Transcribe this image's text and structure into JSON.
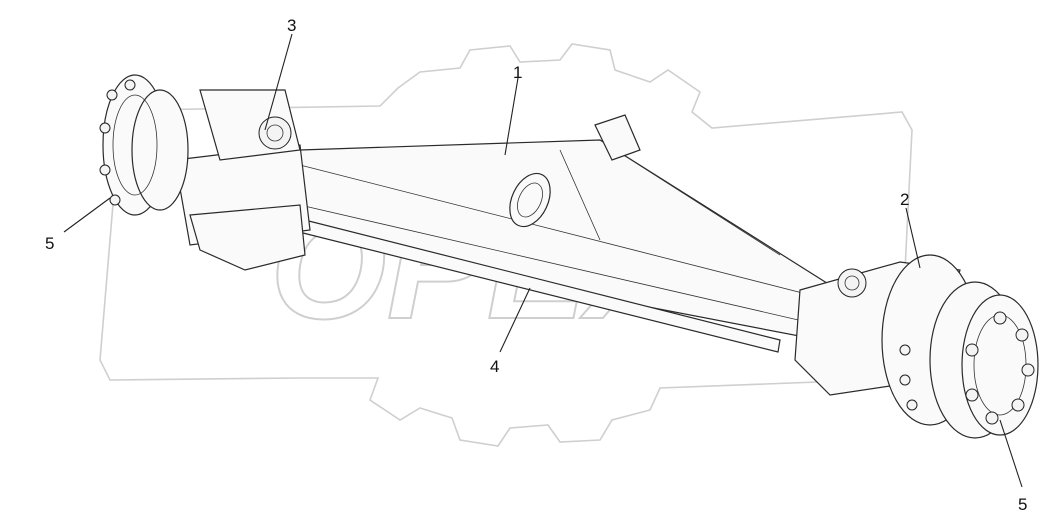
{
  "watermark": {
    "text": "OPEX"
  },
  "callouts": [
    {
      "id": "c1",
      "label": "1"
    },
    {
      "id": "c2",
      "label": "2"
    },
    {
      "id": "c3",
      "label": "3"
    },
    {
      "id": "c4",
      "label": "4"
    },
    {
      "id": "c5a",
      "label": "5"
    },
    {
      "id": "c5b",
      "label": "5"
    }
  ],
  "colors": {
    "line": "#222222",
    "watermark": "#cfcfcf",
    "background": "#ffffff"
  }
}
